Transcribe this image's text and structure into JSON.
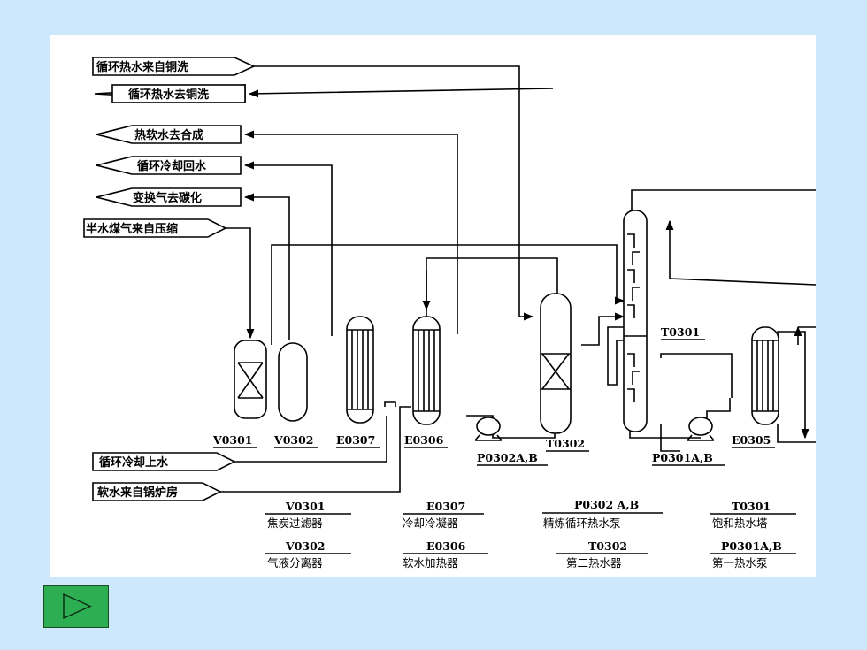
{
  "streams": {
    "s1": "循环热水来自铜洗",
    "s2": "循环热水去铜洗",
    "s3": "热软水去合成",
    "s4": "循环冷却回水",
    "s5": "变换气去碳化",
    "s6": "半水煤气来自压缩",
    "s7": "循环冷却上水",
    "s8": "软水来自锅炉房"
  },
  "equipment_tags": {
    "v0301": "V0301",
    "v0302": "V0302",
    "e0307": "E0307",
    "e0306": "E0306",
    "t0302": "T0302",
    "p0302": "P0302A,B",
    "t0301": "T0301",
    "p0301": "P0301A,B",
    "e0305": "E0305"
  },
  "legend": {
    "v0301_code": "V0301",
    "v0301_name": "焦炭过滤器",
    "e0307_code": "E0307",
    "e0307_name": "冷却冷凝器",
    "p0302_code": "P0302 A,B",
    "p0302_name": "精炼循环热水泵",
    "t0301_code": "T0301",
    "t0301_name": "饱和热水塔",
    "v0302_code": "V0302",
    "v0302_name": "气液分离器",
    "e0306_code": "E0306",
    "e0306_name": "软水加热器",
    "t0302_code": "T0302",
    "t0302_name": "第二热水器",
    "p0301_code": "P0301A,B",
    "p0301_name": "第一热水泵"
  },
  "colors": {
    "page_background": "#cde7fb",
    "panel_background": "#ffffff",
    "next_button": "#2eae52"
  },
  "nav": {
    "next_icon": "play-triangle-icon"
  }
}
